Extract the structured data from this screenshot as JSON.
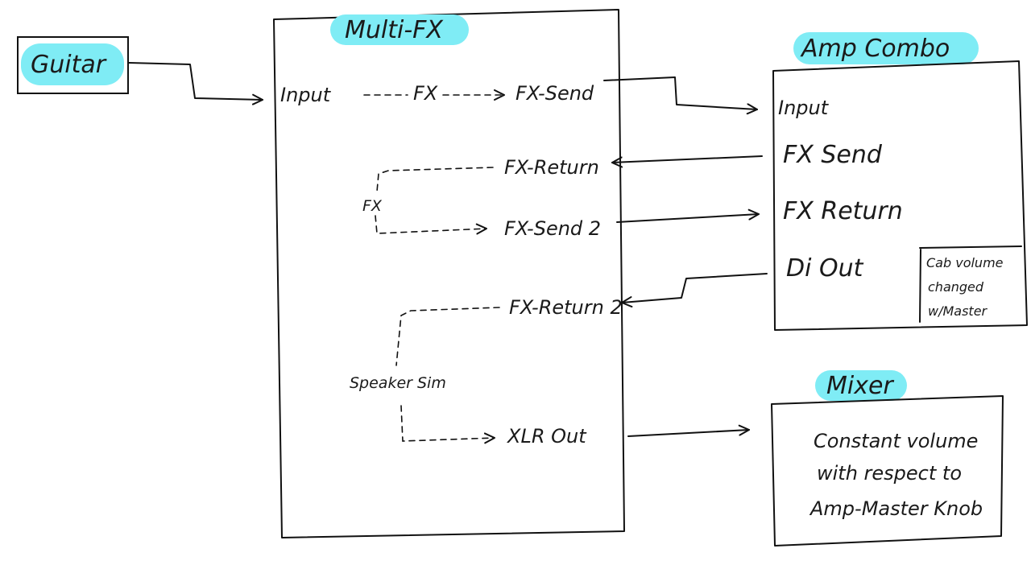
{
  "colors": {
    "highlight": "#7fecf5",
    "ink": "#111111",
    "background": "#ffffff"
  },
  "guitar": {
    "label": "Guitar"
  },
  "multifx": {
    "title": "Multi-FX",
    "input": "Input",
    "fx_inline": "FX",
    "fx_send": "FX-Send",
    "fx_return": "FX-Return",
    "fx_loop": "FX",
    "fx_send2": "FX-Send 2",
    "fx_return2": "FX-Return 2",
    "speaker_sim": "Speaker Sim",
    "xlr_out": "XLR Out"
  },
  "amp": {
    "title": "Amp Combo",
    "input": "Input",
    "fx_send": "FX Send",
    "fx_return": "FX Return",
    "di_out": "Di Out",
    "note": [
      "Cab volume",
      "changed",
      "w/Master"
    ]
  },
  "mixer": {
    "title": "Mixer",
    "note": [
      "Constant volume",
      "with respect to",
      "Amp-Master Knob"
    ]
  }
}
